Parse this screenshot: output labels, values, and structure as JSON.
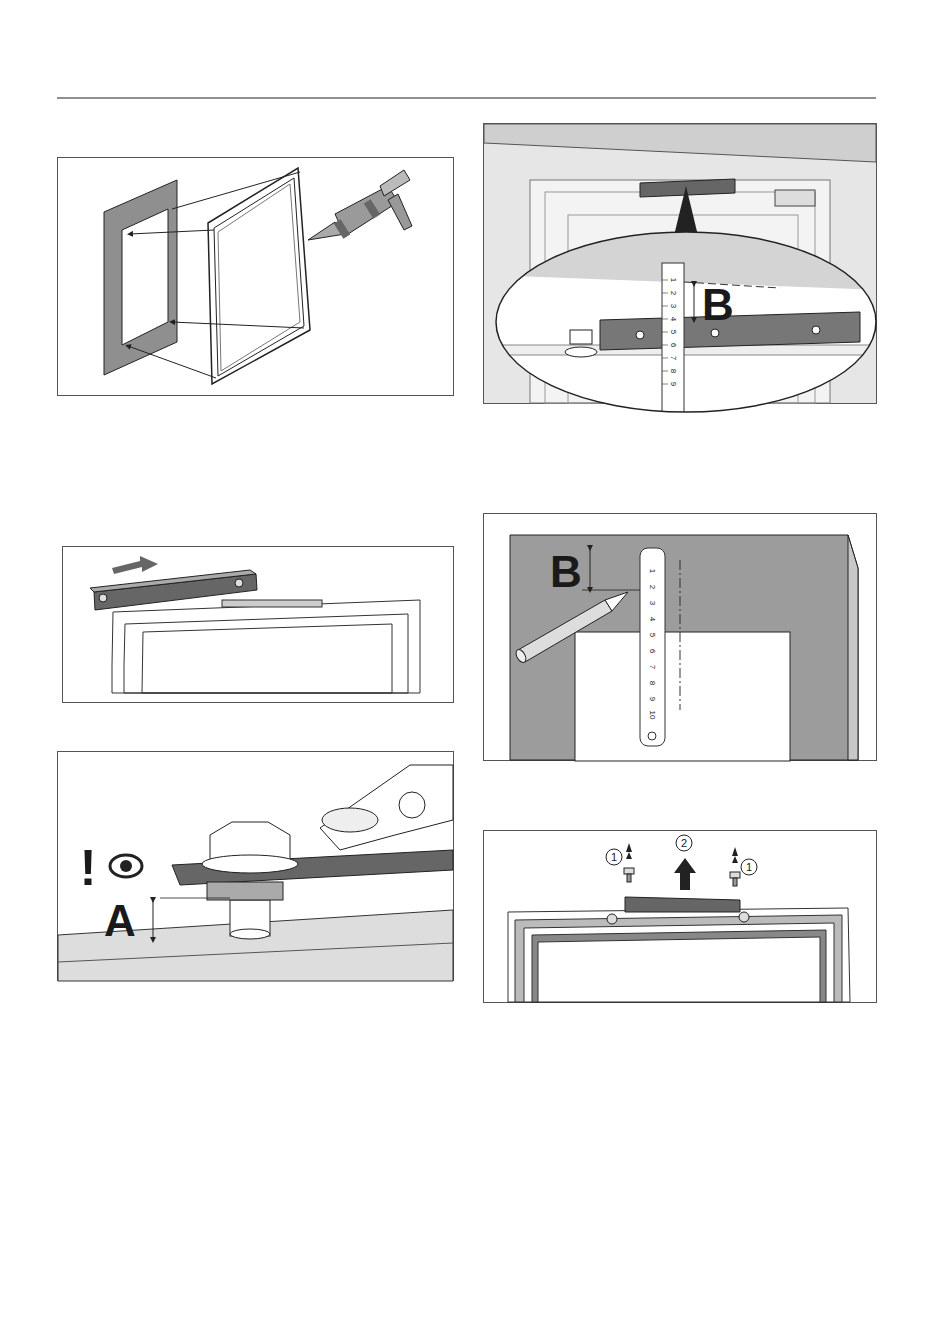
{
  "diagram": {
    "labels": [
      "B",
      "1",
      "2",
      "3",
      "4",
      "5",
      "6",
      "7",
      "8",
      "9",
      "B",
      "1",
      "2",
      "3",
      "4",
      "5",
      "6",
      "7",
      "8",
      "9",
      "10",
      "!",
      "A",
      "1",
      "2",
      "1"
    ]
  }
}
